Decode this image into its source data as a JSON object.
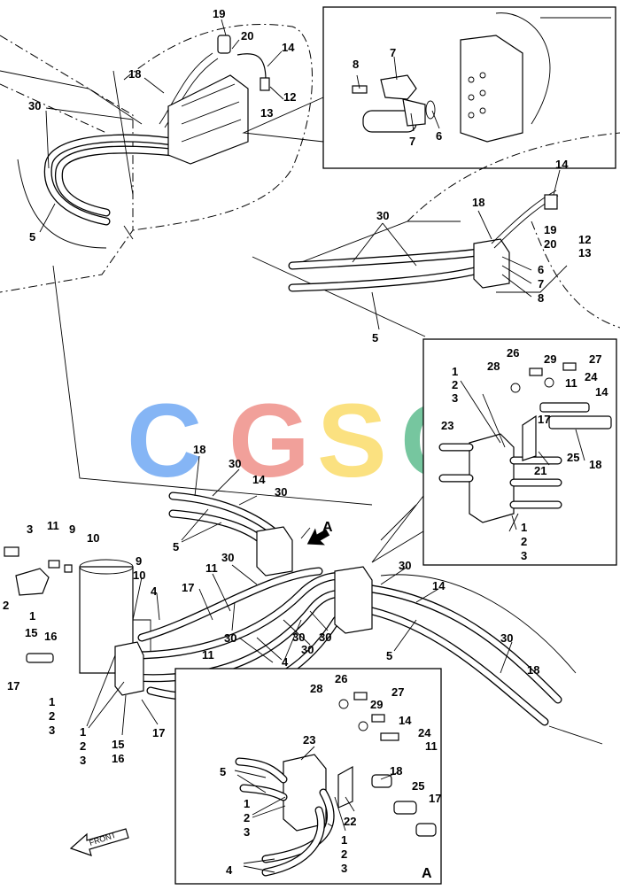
{
  "watermark": {
    "letters": [
      "C",
      "G",
      "S",
      "C"
    ],
    "colors": [
      "#7fb2f5",
      "#f19b95",
      "#fbe07a",
      "#6fc49a"
    ]
  },
  "view_marker": "A",
  "front_label": "FRONT",
  "callouts": {
    "top_left": [
      "19",
      "20",
      "14",
      "18",
      "12",
      "13",
      "30",
      "5"
    ],
    "inset_top": [
      "8",
      "7",
      "7",
      "6"
    ],
    "top_right": [
      "14",
      "18",
      "30",
      "12",
      "13",
      "19",
      "20",
      "6",
      "7",
      "8",
      "5"
    ],
    "inset_right": [
      "26",
      "29",
      "27",
      "28",
      "24",
      "14",
      "11",
      "1",
      "2",
      "3",
      "17",
      "23",
      "25",
      "18",
      "21",
      "1",
      "2",
      "3"
    ],
    "main": [
      "18",
      "30",
      "14",
      "30",
      "5",
      "3",
      "11",
      "9",
      "10",
      "2",
      "1",
      "9",
      "10",
      "4",
      "17",
      "11",
      "30",
      "30",
      "14",
      "30",
      "15",
      "16",
      "11",
      "30",
      "30",
      "17",
      "1",
      "2",
      "3",
      "1",
      "2",
      "3",
      "15",
      "16",
      "17",
      "4",
      "5",
      "30",
      "18",
      "30"
    ],
    "inset_bottom": [
      "26",
      "28",
      "27",
      "29",
      "14",
      "24",
      "11",
      "23",
      "5",
      "18",
      "25",
      "1",
      "2",
      "3",
      "22",
      "17",
      "1",
      "2",
      "3",
      "4"
    ]
  }
}
